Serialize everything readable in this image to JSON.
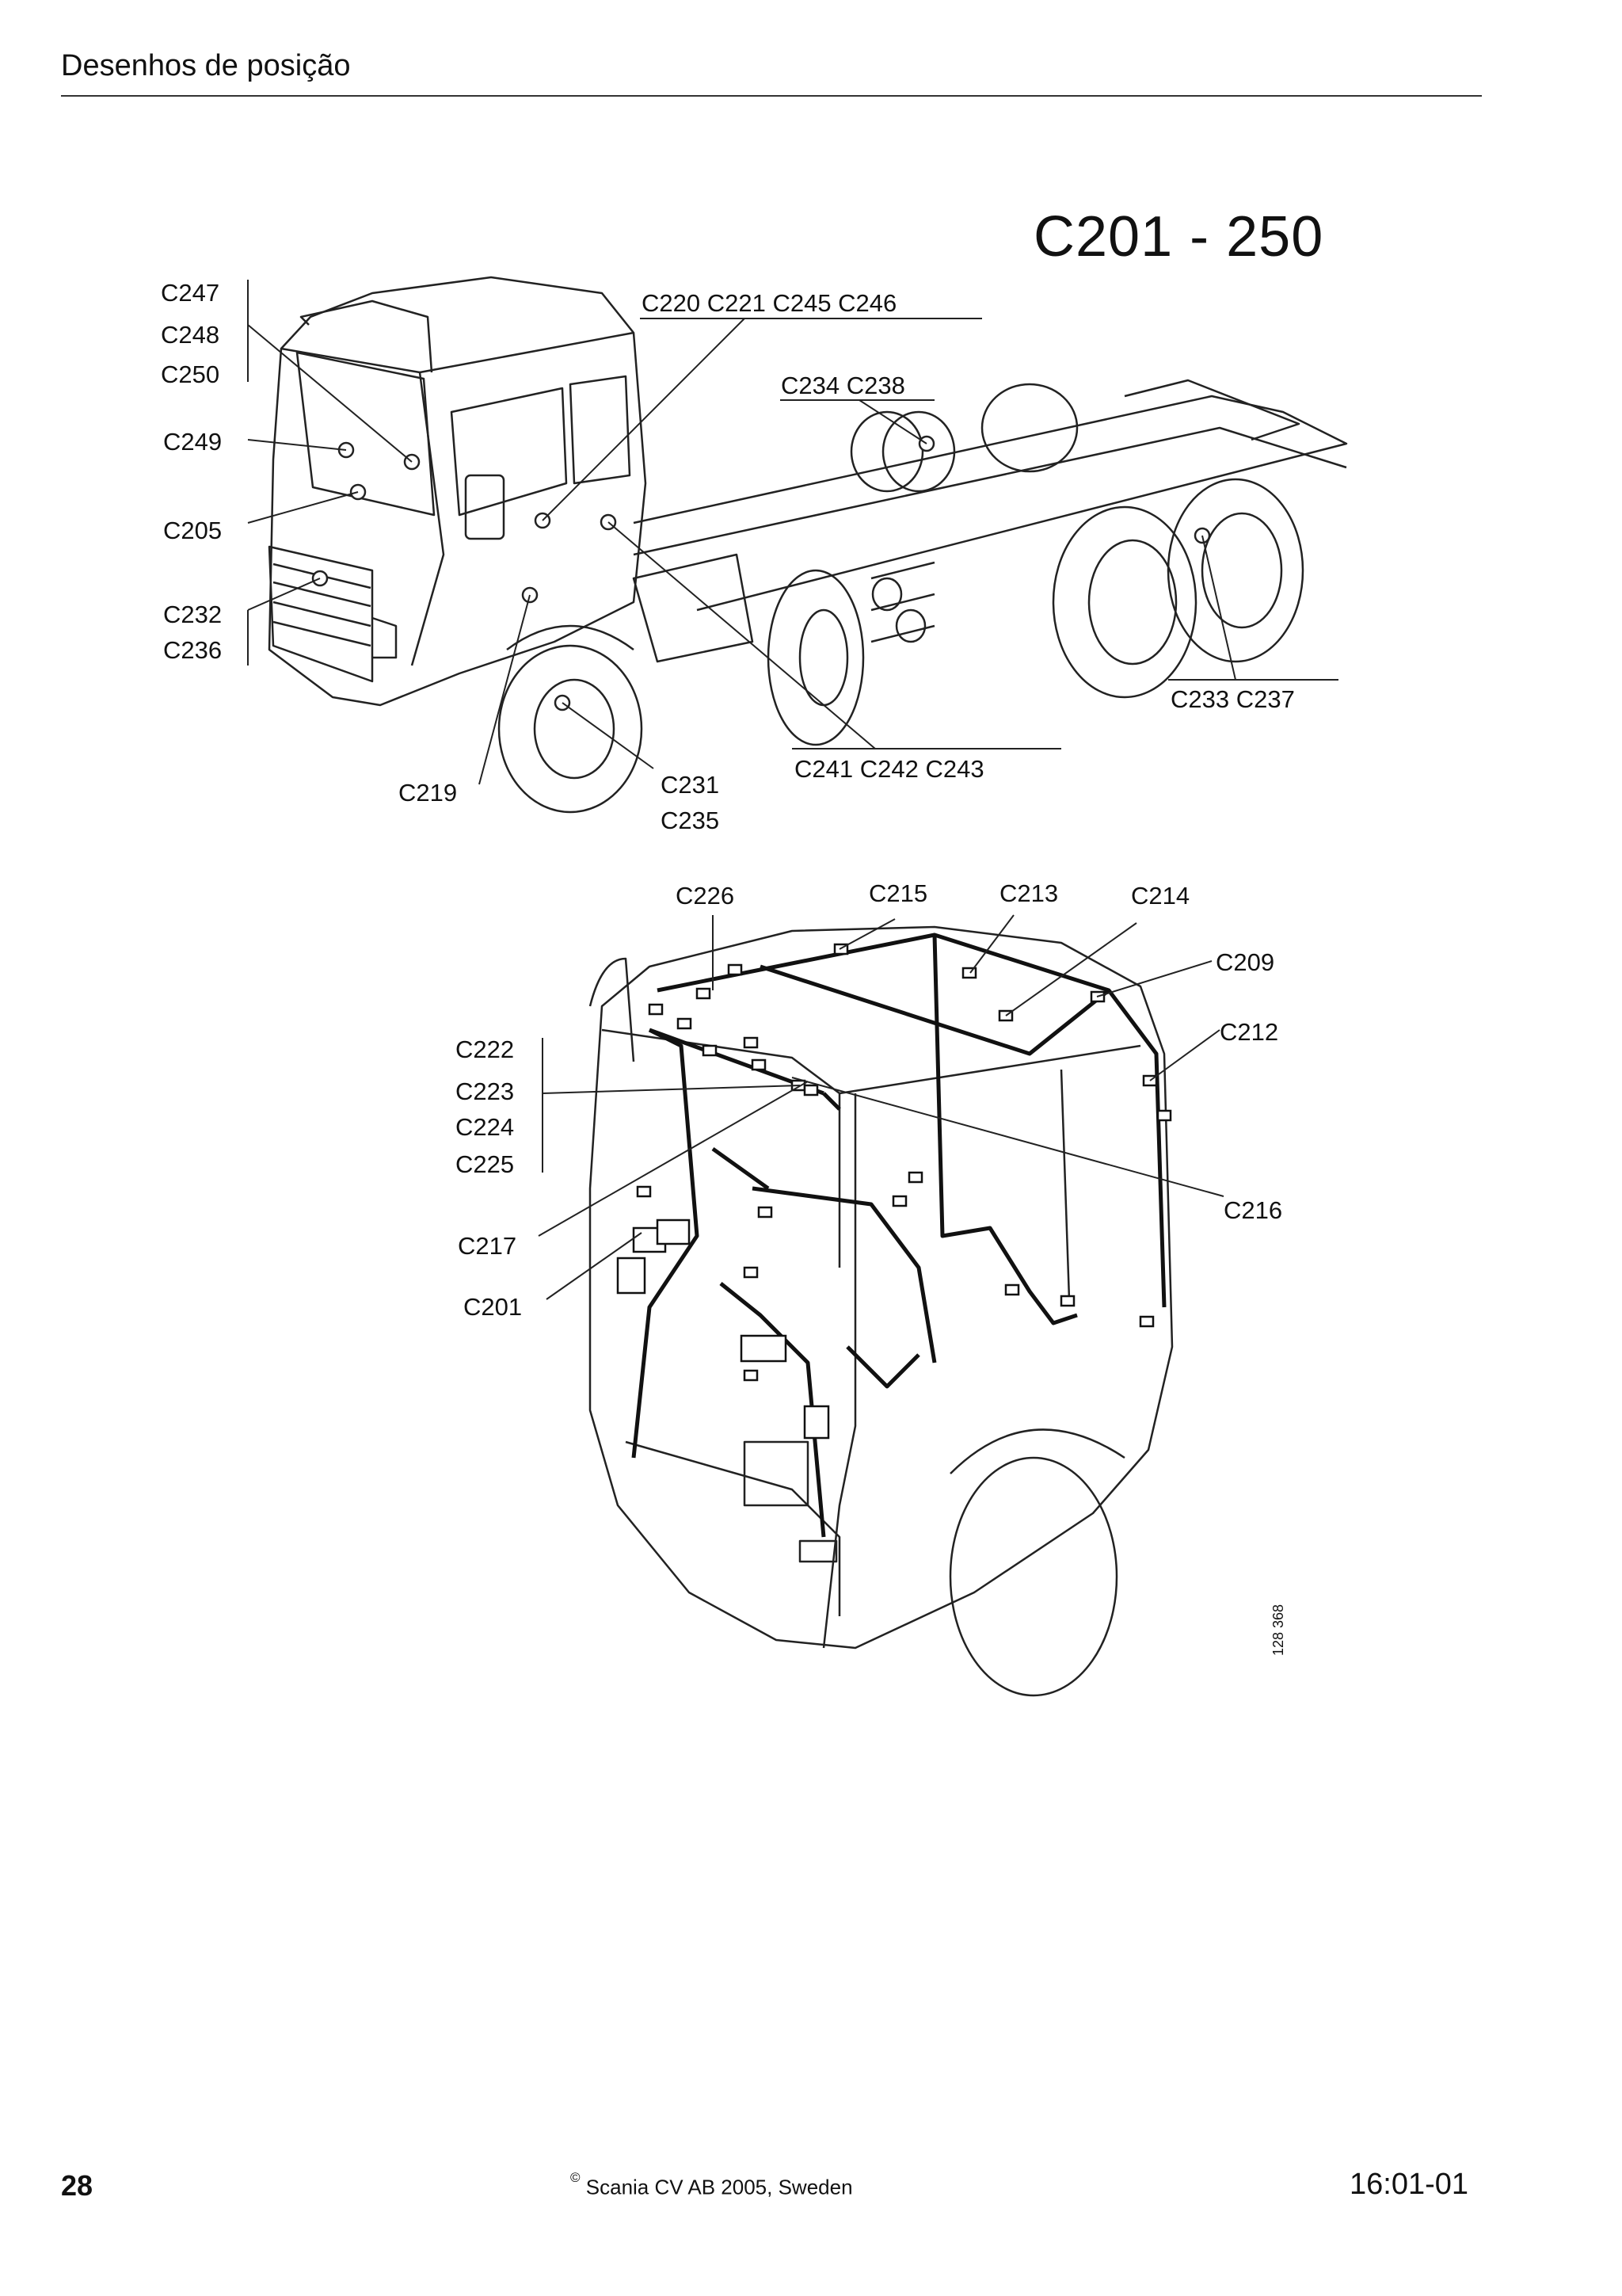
{
  "header": {
    "title": "Desenhos de posição"
  },
  "section_title": "C201 - 250",
  "truck_callouts": {
    "c247": "C247",
    "c248": "C248",
    "c250": "C250",
    "c249": "C249",
    "c205": "C205",
    "c232": "C232",
    "c236": "C236",
    "c219": "C219",
    "c231": "C231",
    "c235": "C235",
    "roof_group": "C220 C221 C245 C246",
    "tank_group": "C234 C238",
    "rear_axle_group": "C233 C237",
    "battery_group": "C241 C242 C243"
  },
  "cab_callouts": {
    "c226": "C226",
    "c215": "C215",
    "c213": "C213",
    "c214": "C214",
    "c209": "C209",
    "c212": "C212",
    "c216": "C216",
    "c222": "C222",
    "c223": "C223",
    "c224": "C224",
    "c225": "C225",
    "c217": "C217",
    "c201": "C201"
  },
  "figure_number": "128 368",
  "footer": {
    "page_number": "28",
    "copyright_symbol": "©",
    "copyright": "Scania CV AB 2005, Sweden",
    "doc_date": "16:01-01"
  }
}
